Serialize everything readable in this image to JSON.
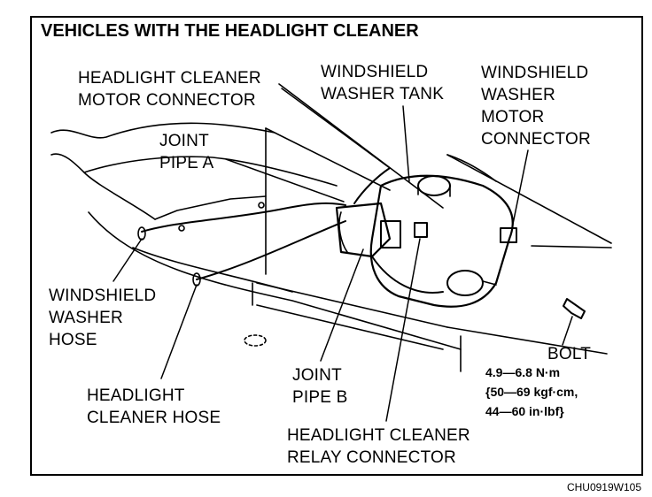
{
  "title": "VEHICLES WITH THE HEADLIGHT CLEANER",
  "labels": {
    "hc_motor_connector": [
      "HEADLIGHT CLEANER",
      "MOTOR CONNECTOR"
    ],
    "washer_tank": [
      "WINDSHIELD",
      "WASHER TANK"
    ],
    "washer_motor_connector": [
      "WINDSHIELD",
      "WASHER",
      "MOTOR",
      "CONNECTOR"
    ],
    "joint_pipe_a": [
      "JOINT",
      "PIPE A"
    ],
    "washer_hose": [
      "WINDSHIELD",
      "WASHER",
      "HOSE"
    ],
    "hc_hose": [
      "HEADLIGHT",
      "CLEANER HOSE"
    ],
    "joint_pipe_b": [
      "JOINT",
      "PIPE B"
    ],
    "relay_connector": [
      "HEADLIGHT CLEANER",
      "RELAY CONNECTOR"
    ],
    "bolt": "BOLT"
  },
  "torque": [
    "4.9—6.8 N·m",
    "{50—69 kgf·cm,",
    "44—60 in·lbf}"
  ],
  "figure_code": "CHU0919W105"
}
